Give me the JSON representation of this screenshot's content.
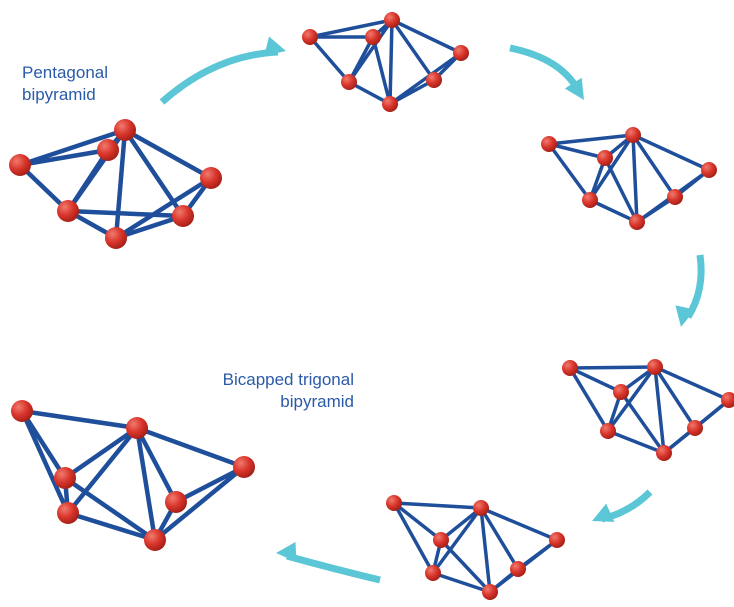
{
  "labels": {
    "pentagonal": [
      "Pentagonal",
      "bipyramid"
    ],
    "bicapped": [
      "Bicapped trigonal",
      "bipyramid"
    ]
  },
  "colors": {
    "edge": "#1f4f9a",
    "atom": "#d9352b",
    "atom_highlight": "#f07a6e",
    "arrow": "#5bc6d6",
    "label": "#2a5aa8"
  },
  "arrow_direction": "clockwise"
}
